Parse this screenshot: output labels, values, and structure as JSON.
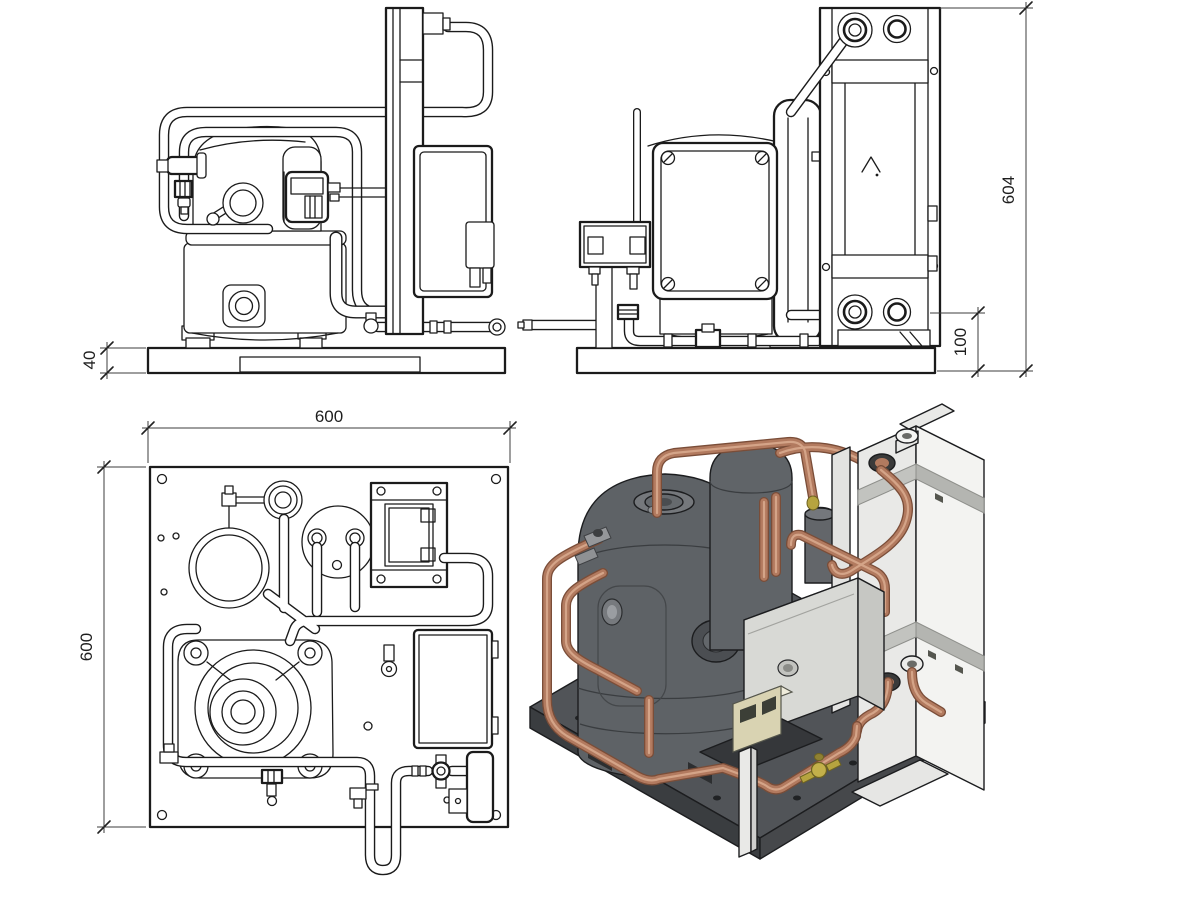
{
  "dimensions": {
    "front_base_height": "40",
    "plan_width": "600",
    "plan_depth": "600",
    "side_overall_height": "604",
    "side_connection_height": "100"
  },
  "colors": {
    "background": "#ffffff",
    "line": "#1b1b1b",
    "dimension_line": "#3d3d3d",
    "base_plate": "#515458",
    "compressor": "#5e6266",
    "accumulator": "#606468",
    "copper_pipe": "#b27a5f",
    "heat_exchanger": "#e9e9e7",
    "electrical_box": "#d8d9d5",
    "controller": "#d9d3b2",
    "brass_valve": "#b6a43f"
  }
}
